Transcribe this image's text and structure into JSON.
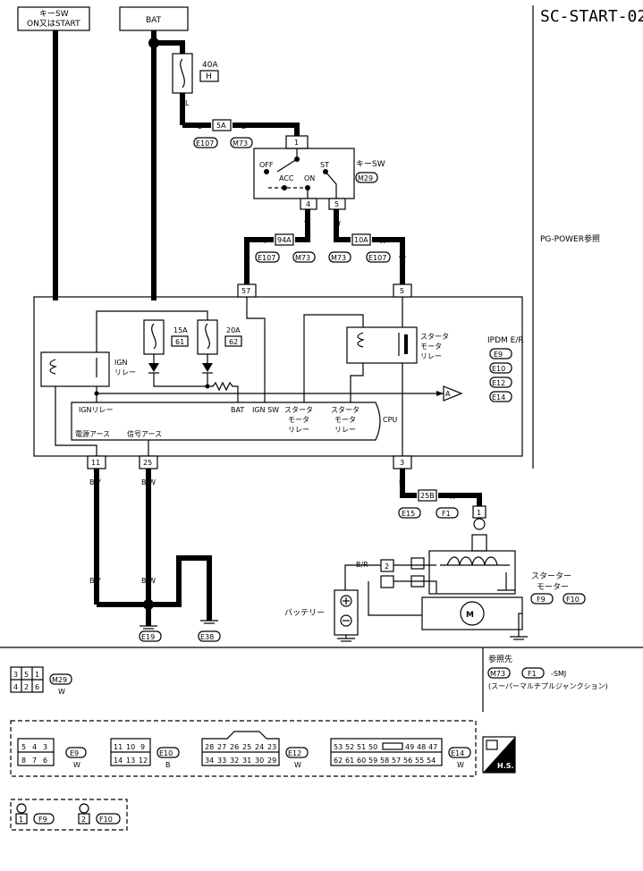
{
  "page_code": "SC-START-02",
  "ref_note": "PG-POWER参照",
  "top_labels": {
    "key_sw": "キーSW",
    "key_sw_sub": "ON又はSTART",
    "bat": "BAT"
  },
  "fuses": {
    "main": "40A",
    "main_code": "H",
    "f15": "15A",
    "f15_no": "61",
    "f20": "20A",
    "f20_no": "62"
  },
  "wires": {
    "L": "L",
    "Y": "Y",
    "W": "W",
    "R": "R",
    "BY": "B/Y",
    "BW": "B/W",
    "B": "B",
    "BR": "B/R"
  },
  "junctions": {
    "j5A": "5A",
    "j94A": "94A",
    "j10A": "10A",
    "j25B": "25B"
  },
  "connectors": {
    "E107": "E107",
    "M73": "M73",
    "M29": "M29",
    "E15": "E15",
    "F1": "F1",
    "E19": "E19",
    "E38": "E38",
    "E9": "E9",
    "E10": "E10",
    "E12": "E12",
    "E14": "E14",
    "F9": "F9",
    "F10": "F10"
  },
  "key_switch": {
    "name": "キーSW",
    "off": "OFF",
    "acc": "ACC",
    "on": "ON",
    "st": "ST",
    "pin_in": "1",
    "pin_y": "4",
    "pin_w": "5"
  },
  "ipdm": {
    "name": "IPDM E/R",
    "pin57": "57",
    "pin5": "5",
    "pin11": "11",
    "pin25": "25",
    "pin3": "3",
    "ign_relay": "IGN",
    "ign_relay2": "リレー",
    "starter_relay": "スタータ",
    "starter_relay2": "モータ",
    "starter_relay3": "リレー",
    "cpu": "CPU",
    "cpu_ign": "IGNリレー",
    "cpu_bat": "BAT",
    "cpu_ignsw": "IGN SW",
    "cpu_st1": "スタータ",
    "cpu_st2": "モータ",
    "cpu_st3": "リレー",
    "cpu_pwr_gnd": "電源アース",
    "cpu_sig_gnd": "信号アース",
    "arrow_a": "A"
  },
  "starter_motor": {
    "name": "スターター",
    "name2": "モーター",
    "pin1": "1",
    "pin2": "2"
  },
  "battery": "バッテリー",
  "reference": {
    "title": "参照先",
    "smj": "-SMJ",
    "smj_desc": "(スーパーマルチプルジャンクション)"
  },
  "legend": {
    "m29_cells": [
      "3",
      "5",
      "1",
      "4",
      "2",
      "6"
    ],
    "m29_color": "W",
    "e9_cells": [
      "5",
      "4",
      "3",
      "8",
      "7",
      "6"
    ],
    "e9_color": "W",
    "e10_cells": [
      "11",
      "10",
      "9",
      "14",
      "13",
      "12"
    ],
    "e10_color": "B",
    "e12_row1": [
      "28",
      "27",
      "26",
      "25",
      "24",
      "23"
    ],
    "e12_row2": [
      "34",
      "33",
      "32",
      "31",
      "30",
      "29"
    ],
    "e12_color": "W",
    "e14_row1": [
      "53",
      "52",
      "51",
      "50",
      "",
      "49",
      "48",
      "47"
    ],
    "e14_row2": [
      "62",
      "61",
      "60",
      "59",
      "58",
      "57",
      "56",
      "55",
      "54"
    ],
    "e14_color": "W",
    "f9_pin": "1",
    "f10_pin": "2",
    "hs_label": "H.S."
  }
}
